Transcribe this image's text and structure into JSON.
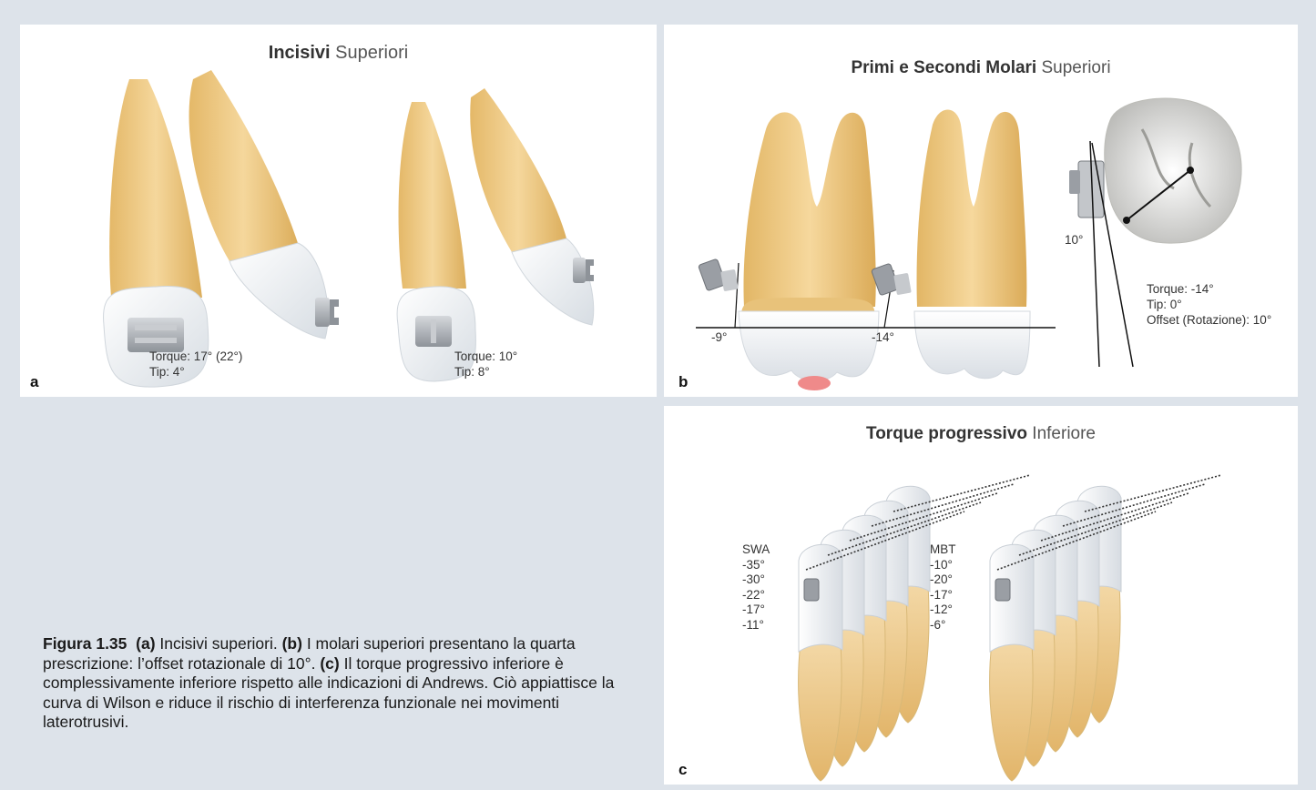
{
  "panel_a": {
    "title_bold": "Incisivi",
    "title_rest": " Superiori",
    "label": "a",
    "left_tooth": {
      "torque": "Torque: 17° (22°)",
      "tip": "Tip:  4°"
    },
    "right_tooth": {
      "torque": "Torque: 10°",
      "tip": "Tip:  8°"
    }
  },
  "panel_b": {
    "title_bold": "Primi e Secondi Molari",
    "title_rest": " Superiori",
    "label": "b",
    "angle_first": "-9°",
    "angle_second": "-14°",
    "angle_offset": "10°",
    "specs": [
      "Torque: -14°",
      "Tip:  0°",
      "Offset (Rotazione): 10°"
    ]
  },
  "panel_c": {
    "title_bold": "Torque progressivo",
    "title_rest": " Inferiore",
    "label": "c",
    "swa": {
      "name": "SWA",
      "values": [
        "-35°",
        "-30°",
        "-22°",
        "-17°",
        "-11°"
      ]
    },
    "mbt": {
      "name": "MBT",
      "values": [
        "-10°",
        "-20°",
        "-17°",
        "-12°",
        "-6°"
      ]
    }
  },
  "caption": {
    "figure_label": "Figura 1.35",
    "a_label": "(a)",
    "a_text": " Incisivi superiori. ",
    "b_label": "(b)",
    "b_text": " I molari superiori presentano la quarta prescrizione: l’offset rotazionale di 10°. ",
    "c_label": "(c)",
    "c_text": " Il torque progressivo inferiore è complessivamente inferiore rispetto alle indicazioni di Andrews. Ciò appiattisce la curva di Wilson e riduce il rischio di interferenza funzionale nei movimenti laterotrusivi."
  },
  "colors": {
    "background": "#dde3ea",
    "root": "#e8c27a",
    "crown": "#eef1f4",
    "bracket": "#9a9ea4",
    "contact": "#ef8a8a"
  }
}
